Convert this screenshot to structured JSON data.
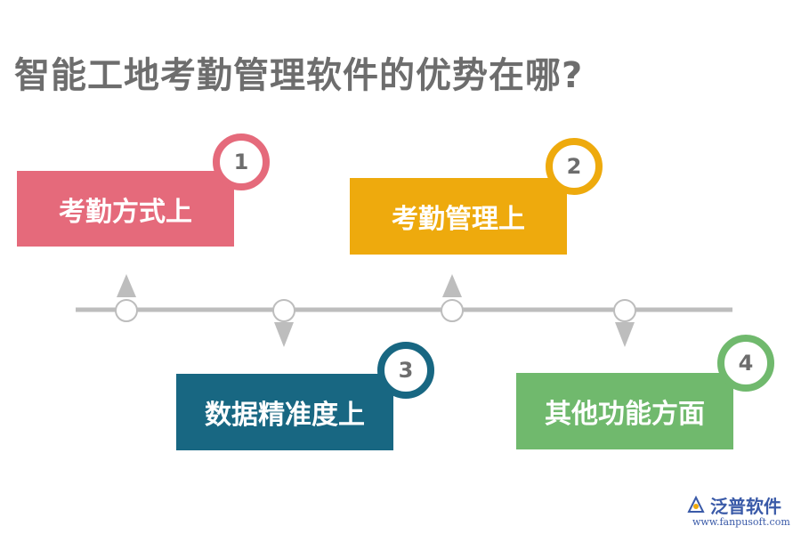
{
  "title": "智能工地考勤管理软件的优势在哪?",
  "items": [
    {
      "number": "1",
      "label": "考勤方式上",
      "color": "#e56a7b"
    },
    {
      "number": "2",
      "label": "考勤管理上",
      "color": "#eeaa0d"
    },
    {
      "number": "3",
      "label": "数据精准度上",
      "color": "#186782"
    },
    {
      "number": "4",
      "label": "其他功能方面",
      "color": "#70b96d"
    }
  ],
  "logo": {
    "name": "泛普软件",
    "url": "www.fanpusoft.com",
    "icon": "fanpu-logo-icon"
  }
}
